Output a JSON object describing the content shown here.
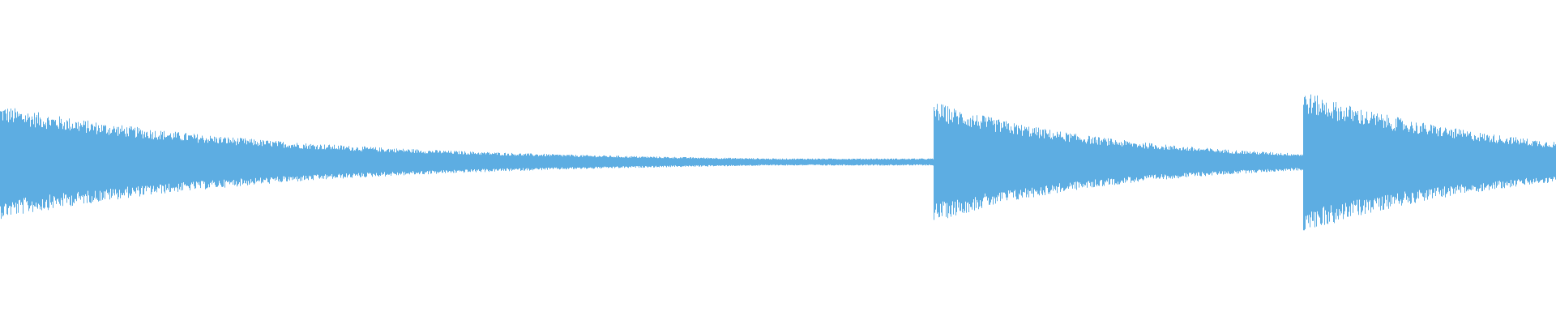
{
  "waveform": {
    "color": "#5dade2",
    "background": "#ffffff",
    "baseline_amplitude": 0.01,
    "events": [
      {
        "onset": 0.0,
        "peak": 0.16,
        "decay": 0.18
      },
      {
        "onset": 0.6,
        "peak": 0.17,
        "decay": 0.12
      },
      {
        "onset": 0.8375,
        "peak": 0.2,
        "decay": 0.13
      }
    ]
  }
}
